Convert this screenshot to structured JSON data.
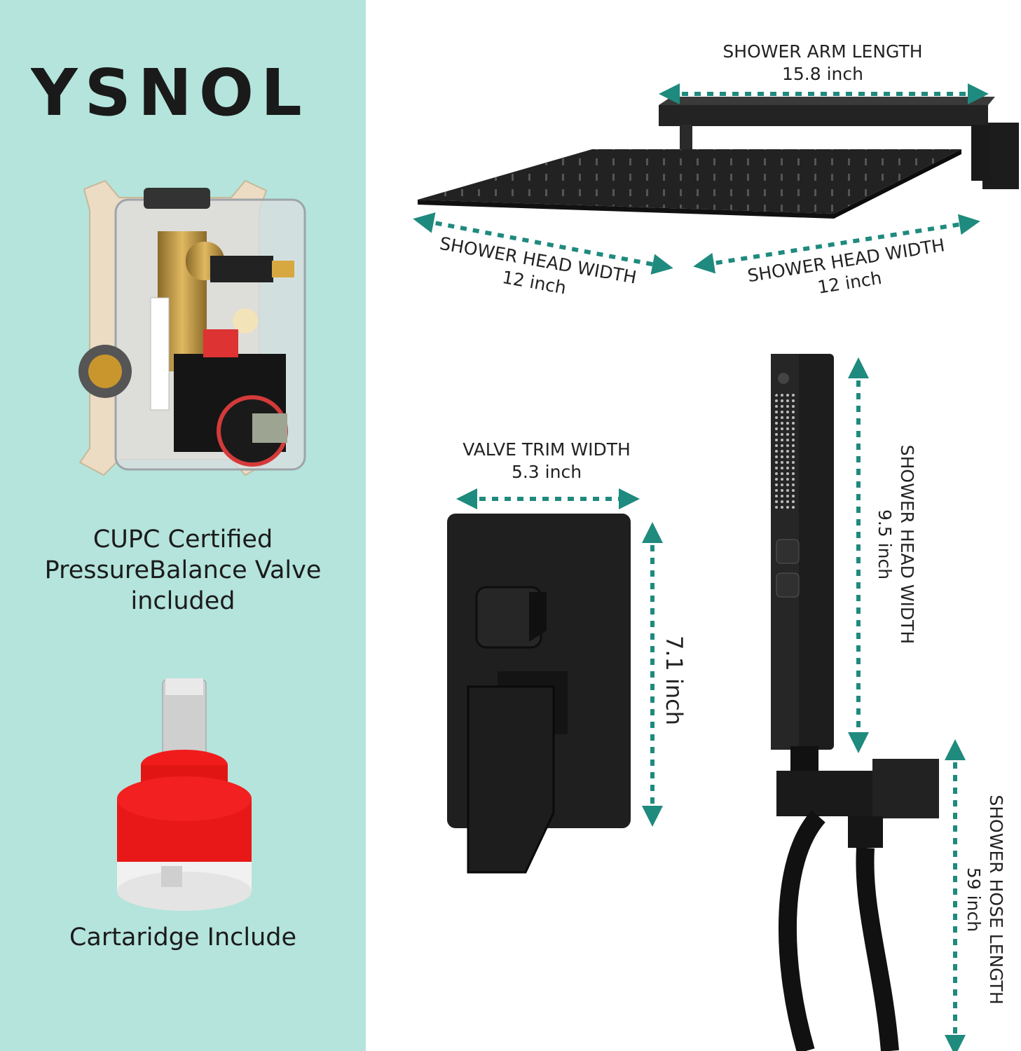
{
  "brand": {
    "logo_text": "YSNOL"
  },
  "captions": {
    "valve_line1": "CUPC Certified",
    "valve_line2": "PressureBalance Valve",
    "valve_line3": "included",
    "cartridge": "Cartaridge Include"
  },
  "dimensions": {
    "arm": {
      "label": "SHOWER ARM LENGTH",
      "value": "15.8 inch"
    },
    "head_left": {
      "label": "SHOWER HEAD WIDTH",
      "value": "12 inch"
    },
    "head_right": {
      "label": "SHOWER HEAD WIDTH",
      "value": "12 inch"
    },
    "trim_width": {
      "label": "VALVE TRIM WIDTH",
      "value": "5.3  inch"
    },
    "trim_height": {
      "value": "7.1 inch"
    },
    "handheld": {
      "label": "SHOWER HEAD WIDTH",
      "value": "9.5 inch"
    },
    "hose": {
      "label": "SHOWER HOSE LENGTH",
      "value": "59  inch"
    }
  },
  "colors": {
    "panel": "#b4e4dc",
    "arrow": "#1f8a7e",
    "product": "#1a1a1a",
    "cartridge_red": "#e41d1d"
  }
}
